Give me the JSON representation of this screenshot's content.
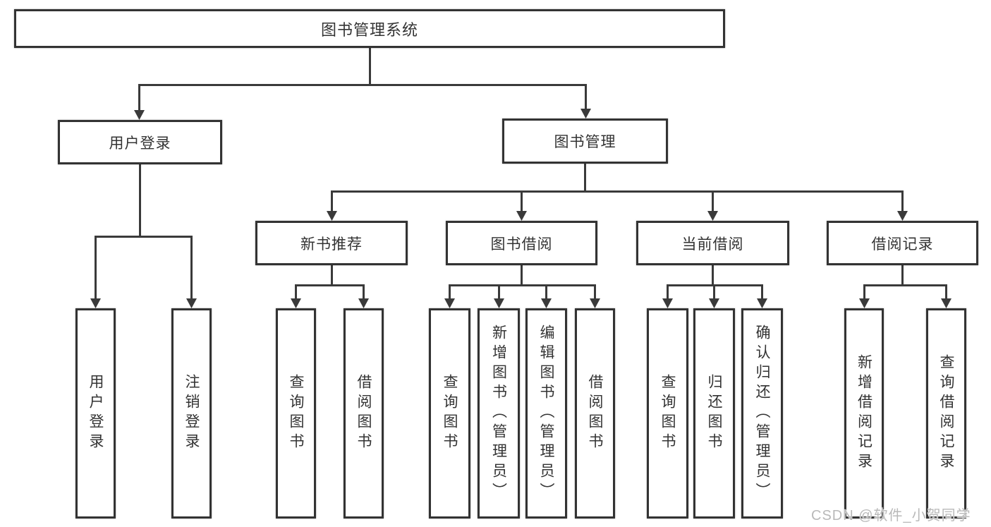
{
  "diagram": {
    "root": {
      "label": "图书管理系统"
    },
    "branches": [
      {
        "label": "用户登录",
        "children": [
          {
            "label": "用户登录"
          },
          {
            "label": "注销登录"
          }
        ]
      },
      {
        "label": "图书管理",
        "children": [
          {
            "label": "新书推荐",
            "children": [
              {
                "label": "查询图书"
              },
              {
                "label": "借阅图书"
              }
            ]
          },
          {
            "label": "图书借阅",
            "children": [
              {
                "label": "查询图书"
              },
              {
                "label": "新增图书（管理员）"
              },
              {
                "label": "编辑图书（管理员）"
              },
              {
                "label": "借阅图书"
              }
            ]
          },
          {
            "label": "当前借阅",
            "children": [
              {
                "label": "查询图书"
              },
              {
                "label": "归还图书"
              },
              {
                "label": "确认归还（管理员）"
              }
            ]
          },
          {
            "label": "借阅记录",
            "children": [
              {
                "label": "新增借阅记录"
              },
              {
                "label": "查询借阅记录"
              }
            ]
          }
        ]
      }
    ]
  },
  "watermark": {
    "text": "CSDN @软件_小贺同学"
  },
  "colors": {
    "line": "#3a3a3a",
    "box_border": "#333333",
    "text": "#333333",
    "background": "#ffffff",
    "watermark": "#b9b9b9"
  }
}
